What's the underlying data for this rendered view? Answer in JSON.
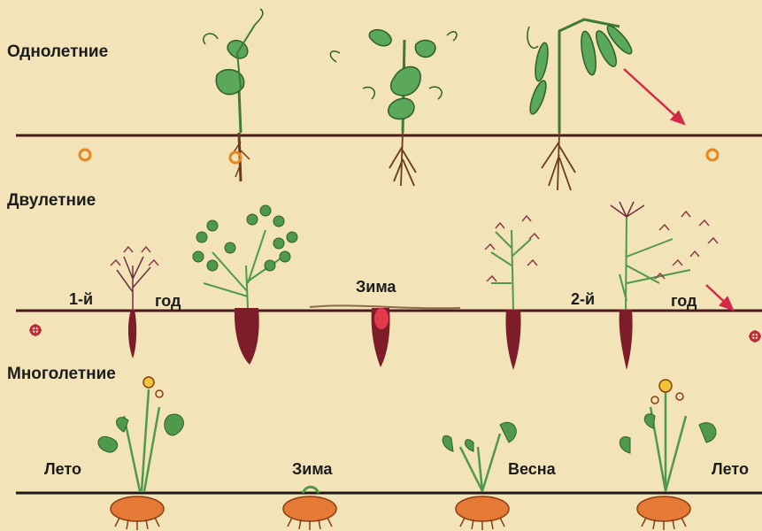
{
  "sections": {
    "annual": {
      "label": "Однолетние"
    },
    "biennial": {
      "label": "Двулетние",
      "year1_prefix": "1-й",
      "year1_suffix": "год",
      "winter": "Зима",
      "year2_prefix": "2-й",
      "year2_suffix": "год"
    },
    "perennial": {
      "label": "Многолетние",
      "summer1": "Лето",
      "winter": "Зима",
      "spring": "Весна",
      "summer2": "Лето"
    }
  },
  "colors": {
    "background": "#f3e3b8",
    "ground_line": "#4a1b1e",
    "pea_green": "#5aa85a",
    "carrot_leaf": "#4f9a4a",
    "carrot_root": "#7d1d2a",
    "perennial_root": "#e47a35",
    "arrow": "#d42a4a",
    "seed_orange": "#e8871e"
  }
}
